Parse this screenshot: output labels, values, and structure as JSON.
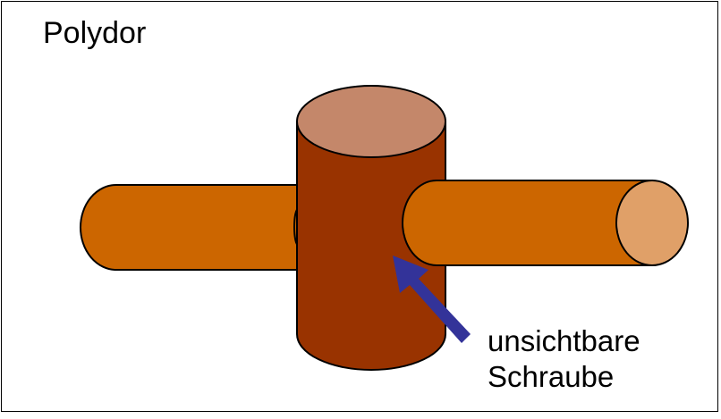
{
  "title": "Polydor",
  "annotation": {
    "line1": "unsichtbare",
    "line2": "Schraube"
  },
  "colors": {
    "horizontal_rod": "#CC6600",
    "rod_end": "#E0A068",
    "vertical_cylinder": "#993300",
    "vertical_top": "#C4876A",
    "arrow": "#333399"
  }
}
